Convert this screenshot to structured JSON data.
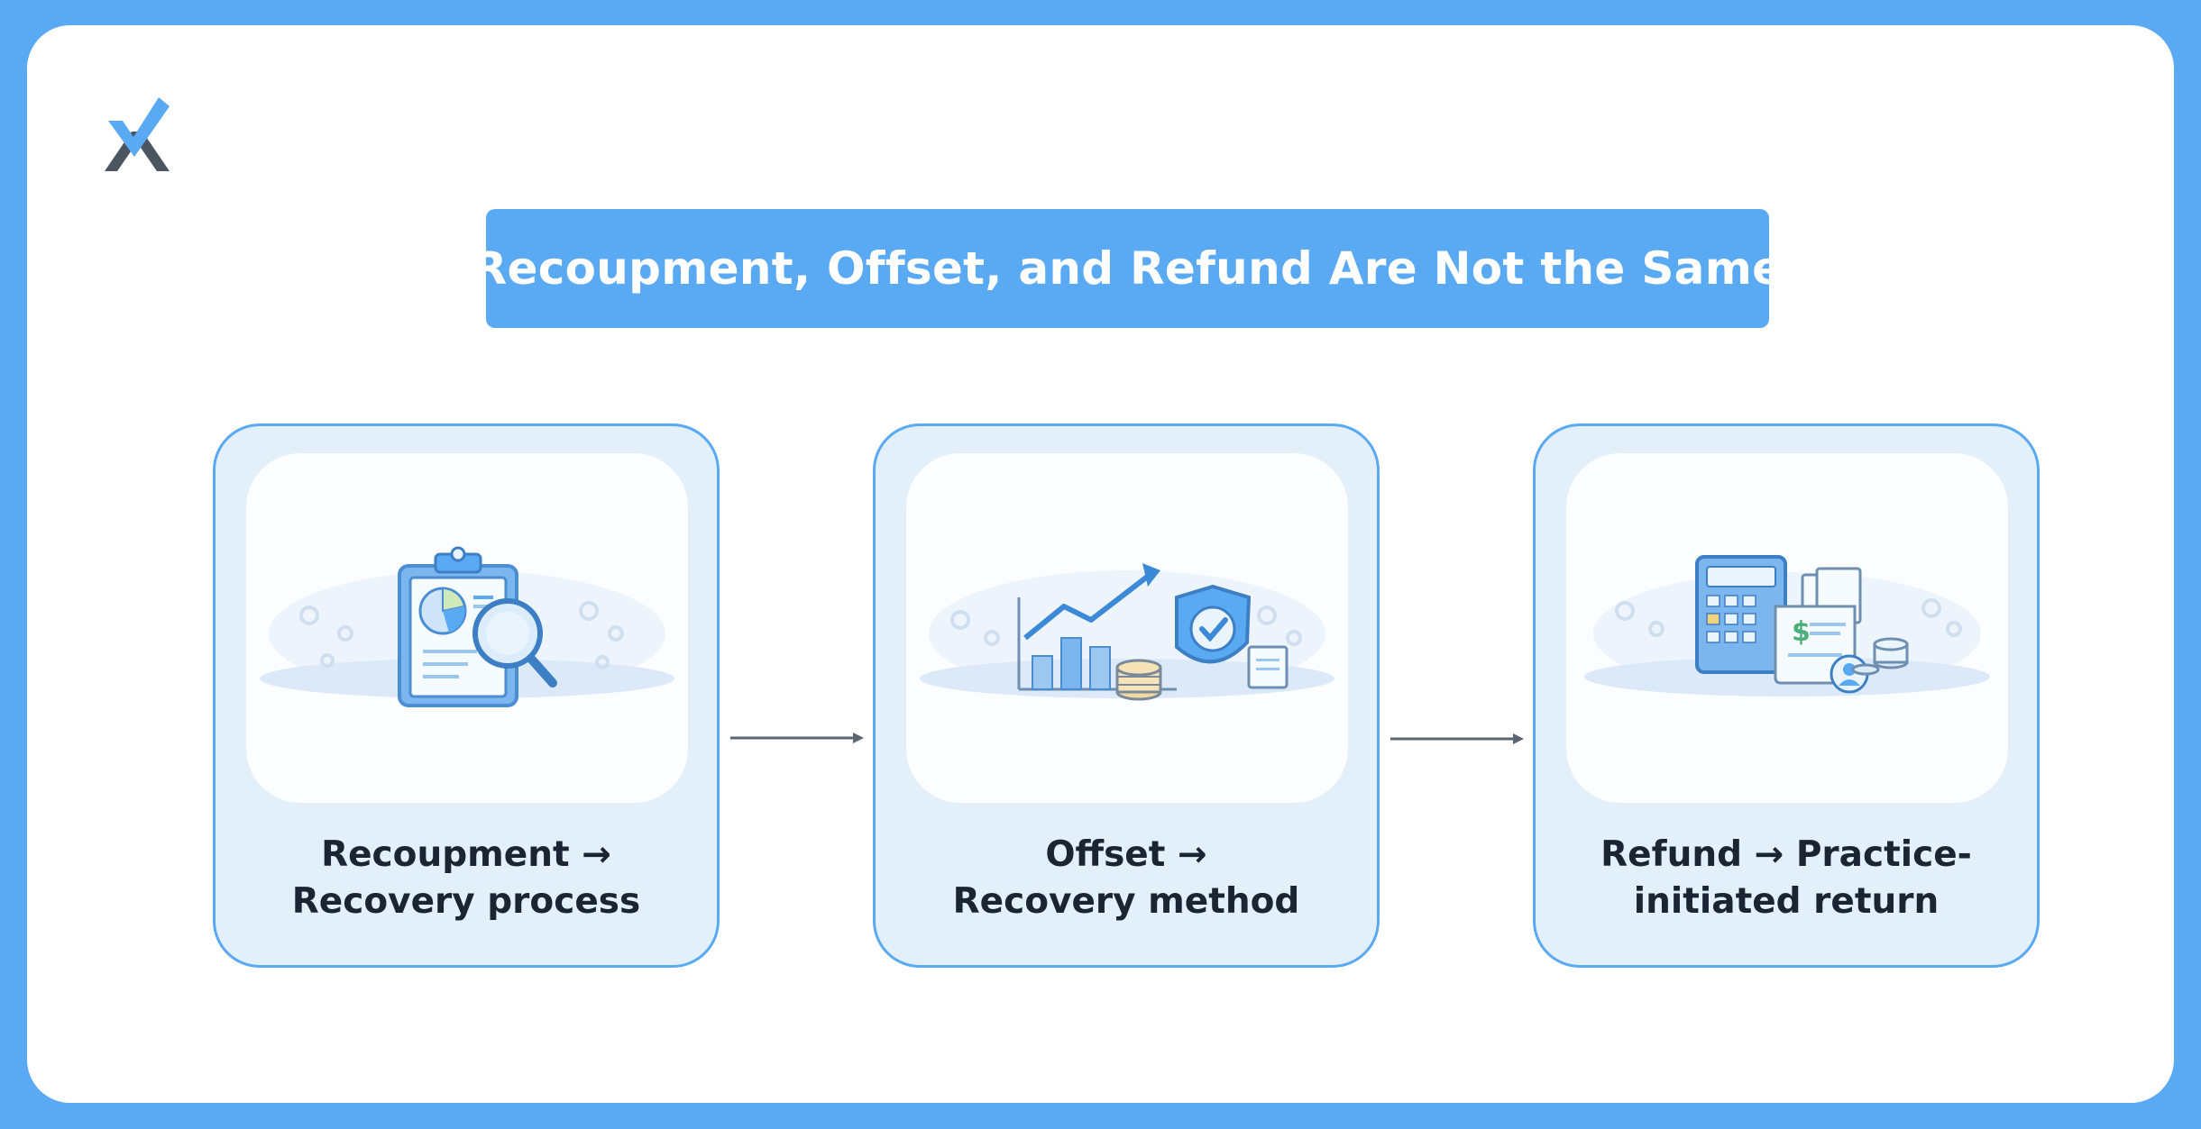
{
  "title": "Recoupment, Offset, and Refund Are Not the Same",
  "logo": {
    "icon": "checkmark-x-logo",
    "colors": {
      "check": "#5aa9f3",
      "x": "#4a5560"
    }
  },
  "colors": {
    "background": "#5aa9f3",
    "panel": "#ffffff",
    "card_fill": "#e3f0fa",
    "card_border": "#5aa9f3",
    "text": "#1b2433",
    "arrow": "#5c6670"
  },
  "steps": [
    {
      "id": "recoupment",
      "icon": "clipboard-magnifier-icon",
      "line1": "Recoupment →",
      "line2": "Recovery process"
    },
    {
      "id": "offset",
      "icon": "chart-shield-coins-icon",
      "line1": "Offset →",
      "line2": "Recovery method"
    },
    {
      "id": "refund",
      "icon": "calculator-document-refund-icon",
      "line1": "Refund → Practice-",
      "line2": "initiated return"
    }
  ]
}
